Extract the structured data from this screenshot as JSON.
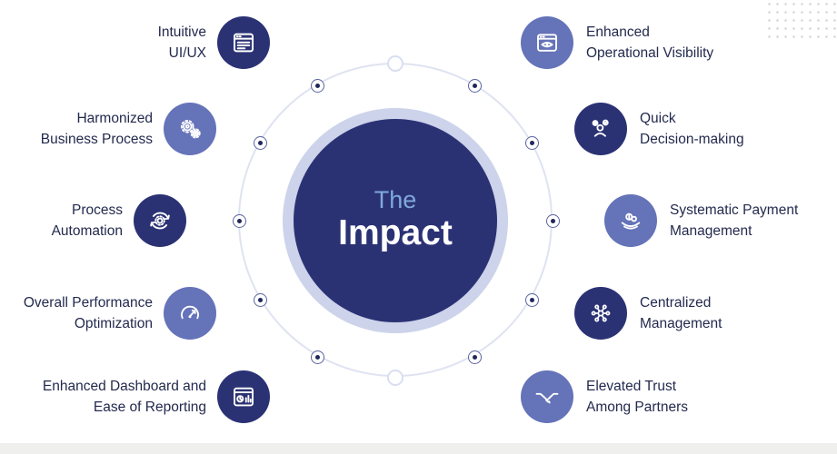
{
  "center": {
    "line1": "The",
    "line2": "Impact"
  },
  "left_items": [
    {
      "icon": "ui-window-icon",
      "tone": "dark",
      "lines": [
        "Intuitive",
        "UI/UX"
      ]
    },
    {
      "icon": "gears-icon",
      "tone": "light",
      "lines": [
        "Harmonized",
        "Business Process"
      ]
    },
    {
      "icon": "process-automation-icon",
      "tone": "dark",
      "lines": [
        "Process",
        "Automation"
      ]
    },
    {
      "icon": "gauge-icon",
      "tone": "light",
      "lines": [
        "Overall Performance",
        "Optimization"
      ]
    },
    {
      "icon": "dashboard-report-icon",
      "tone": "dark",
      "lines": [
        "Enhanced Dashboard and",
        "Ease of Reporting"
      ]
    }
  ],
  "right_items": [
    {
      "icon": "visibility-window-icon",
      "tone": "light",
      "lines": [
        "Enhanced",
        "Operational Visibility"
      ]
    },
    {
      "icon": "decision-person-icon",
      "tone": "dark",
      "lines": [
        "Quick",
        "Decision-making"
      ]
    },
    {
      "icon": "payment-hands-icon",
      "tone": "light",
      "lines": [
        "Systematic Payment",
        "Management"
      ]
    },
    {
      "icon": "centralized-hub-icon",
      "tone": "dark",
      "lines": [
        "Centralized",
        "Management"
      ]
    },
    {
      "icon": "handshake-icon",
      "tone": "light",
      "lines": [
        "Elevated Trust",
        "Among Partners"
      ]
    }
  ],
  "colors": {
    "dark_navy": "#2b3274",
    "periwinkle": "#6573b9",
    "halo_ring": "#ccd3ea",
    "outer_ring": "#dfe3f1",
    "label_text": "#232a4e",
    "center_the_text": "#7fa9da",
    "center_impact_text": "#ffffff"
  }
}
